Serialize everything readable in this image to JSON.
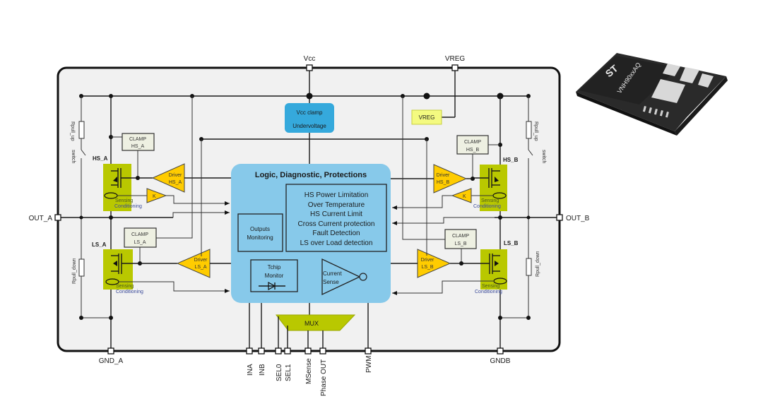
{
  "pins": {
    "vcc": "Vcc",
    "vreg": "VREG",
    "out_a": "OUT_A",
    "out_b": "OUT_B",
    "gnd_a": "GND_A",
    "gnd_b": "GNDB",
    "bottom": [
      "INA",
      "INB",
      "SEL0",
      "SEL1",
      "MSense",
      "Phase OUT",
      "PWM"
    ]
  },
  "blocks": {
    "vcc_clamp": [
      "Vcc clamp",
      "Undervoltage"
    ],
    "vreg_box": "VREG",
    "logic_title": "Logic, Diagnostic, Protections",
    "protections": [
      "HS Power Limitation",
      "Over Temperature",
      "HS Current  Limit",
      "Cross Current  protection",
      "Fault  Detection",
      "LS over Load detection"
    ],
    "outputs_monitoring": [
      "Outputs",
      "Monitoring"
    ],
    "tchip_monitor": [
      "Tchip",
      "Monitor"
    ],
    "current_sense": [
      "Current",
      "Sense"
    ],
    "mux": "MUX"
  },
  "left_bridge": {
    "hs_label": "HS_A",
    "ls_label": "LS_A",
    "clamp_hs": [
      "CLAMP",
      "HS_A"
    ],
    "clamp_ls": [
      "CLAMP",
      "LS_A"
    ],
    "driver_hs": [
      "Driver",
      "HS_A"
    ],
    "driver_ls": [
      "Driver",
      "LS_A"
    ],
    "k_amp": "K",
    "sensing": [
      "Sensing",
      "Conditioning"
    ],
    "rpull_up": "Rpull_up",
    "switch": "switch",
    "rpull_down": "Rpull_down"
  },
  "right_bridge": {
    "hs_label": "HS_B",
    "ls_label": "LS_B",
    "clamp_hs": [
      "CLAMP",
      "HS_B"
    ],
    "clamp_ls": [
      "CLAMP",
      "LS_B"
    ],
    "driver_hs": [
      "Driver",
      "HS_B"
    ],
    "driver_ls": [
      "Driver",
      "LS_B"
    ],
    "k_amp": "K",
    "sensing": [
      "Sensing",
      "Conditioning"
    ],
    "rpull_up": "Rpull_up",
    "switch": "switch",
    "rpull_down": "Rpull_down"
  },
  "package": {
    "part_number": "VNH90xxAQ",
    "logo": "ST"
  },
  "colors": {
    "chip_bg": "#f1f1f1",
    "logic_block": "#87c9ea",
    "vcc_clamp": "#35a9dc",
    "driver": "#ffcc00",
    "mosfet_bg": "#b9c800",
    "vreg_box": "#f4fa80",
    "mux": "#b9c800"
  }
}
